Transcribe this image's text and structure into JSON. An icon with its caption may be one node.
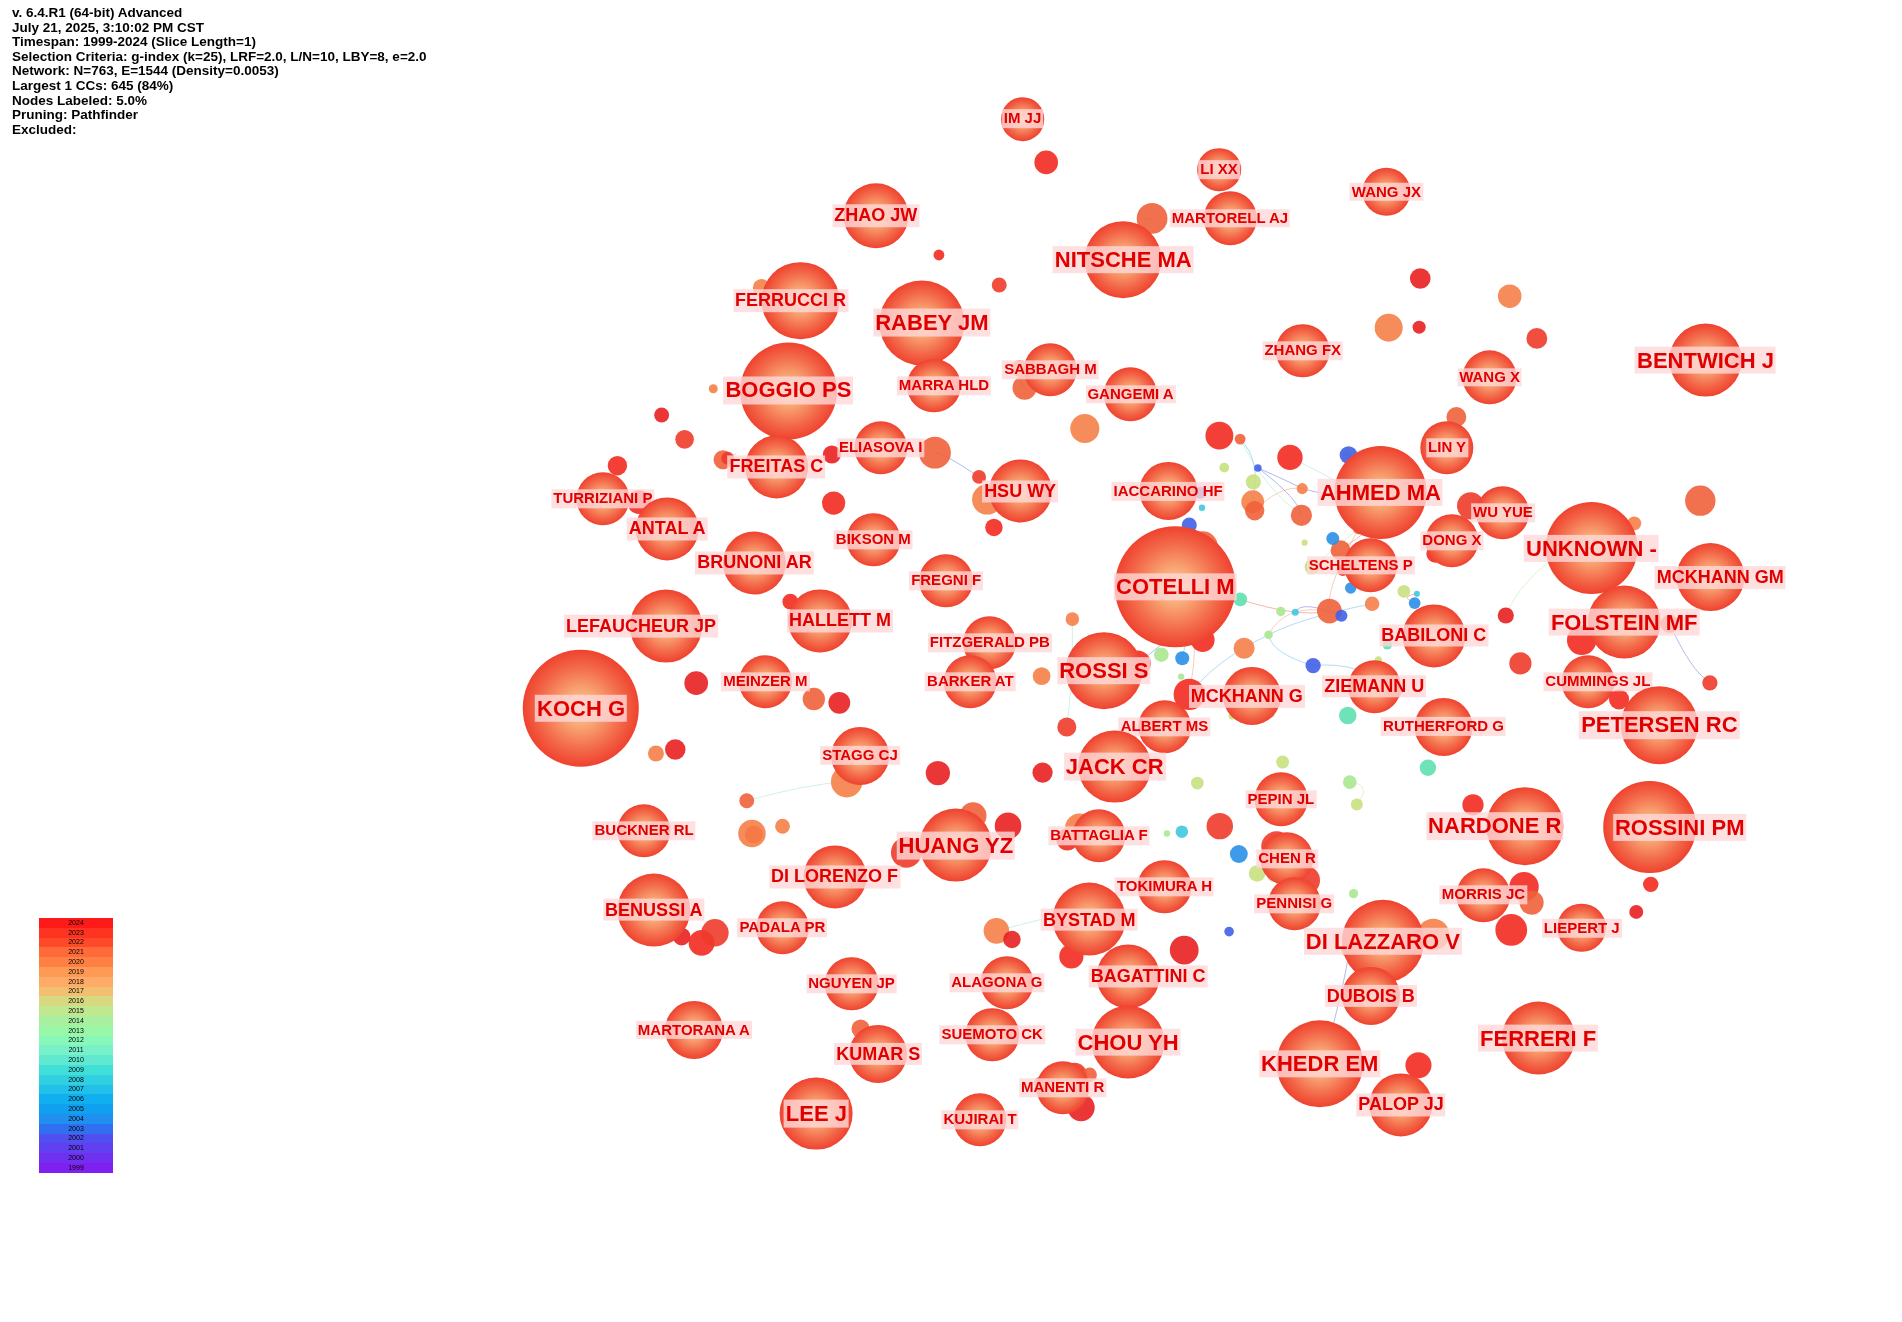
{
  "diagram": {
    "nodes": [
      {
        "text": [
          "IM JJ"
        ]
      },
      {
        "text": [
          "LI XX"
        ]
      },
      {
        "text": [
          "WANG JX"
        ]
      },
      {
        "text": [
          "ZHAO JW"
        ]
      },
      {
        "text": [
          "MARTORELL AJ"
        ]
      },
      {
        "text": [
          "NITSCHE MA"
        ]
      },
      {
        "text": [
          "FERRUCCI R"
        ]
      },
      {
        "text": [
          "RABEY JM"
        ]
      },
      {
        "text": [
          "BENTWICH J"
        ]
      },
      {
        "text": [
          "ZHANG FX"
        ]
      },
      {
        "text": [
          "SABBAGH M"
        ]
      },
      {
        "text": [
          "WANG X"
        ]
      },
      {
        "text": [
          "BOGGIO PS"
        ]
      },
      {
        "text": [
          "MARRA HLD"
        ]
      },
      {
        "text": [
          "GANGEMI A"
        ]
      },
      {
        "text": [
          "ELIASOVA I"
        ]
      },
      {
        "text": [
          "LIN Y"
        ]
      },
      {
        "text": [
          "FREITAS C"
        ]
      },
      {
        "text": [
          "TURRIZIANI P"
        ]
      },
      {
        "text": [
          "HSU WY"
        ]
      },
      {
        "text": [
          "IACCARINO HF"
        ]
      },
      {
        "text": [
          "AHMED MA"
        ]
      },
      {
        "text": [
          "WU YUE"
        ]
      },
      {
        "text": [
          "ANTAL A"
        ]
      },
      {
        "text": [
          "BIKSON M"
        ]
      },
      {
        "text": [
          "DONG X"
        ]
      },
      {
        "text": [
          "UNKNOWN -"
        ]
      },
      {
        "text": [
          "SCHELTENS P"
        ]
      },
      {
        "text": [
          "BRUNONI AR"
        ]
      },
      {
        "text": [
          "MCKHANN GM"
        ]
      },
      {
        "text": [
          "FREGNI F"
        ]
      },
      {
        "text": [
          "COTELLI M"
        ]
      },
      {
        "text": [
          "LEFAUCHEUR JP"
        ]
      },
      {
        "text": [
          "HALLETT M"
        ]
      },
      {
        "text": [
          "FOLSTEIN MF"
        ]
      },
      {
        "text": [
          "BABILONI C"
        ]
      },
      {
        "text": [
          "FITZGERALD PB"
        ]
      },
      {
        "text": [
          "ROSSI S"
        ]
      },
      {
        "text": [
          "MEINZER M"
        ]
      },
      {
        "text": [
          "BARKER AT"
        ]
      },
      {
        "text": [
          "ZIEMANN U"
        ]
      },
      {
        "text": [
          "CUMMINGS JL"
        ]
      },
      {
        "text": [
          "MCKHANN G"
        ]
      },
      {
        "text": [
          "KOCH G"
        ]
      },
      {
        "text": [
          "ALBERT MS"
        ]
      },
      {
        "text": [
          "RUTHERFORD G"
        ]
      },
      {
        "text": [
          "PETERSEN RC"
        ]
      },
      {
        "text": [
          "STAGG CJ"
        ]
      },
      {
        "text": [
          "JACK CR"
        ]
      },
      {
        "text": [
          "PEPIN JL"
        ]
      },
      {
        "text": [
          "BUCKNER RL"
        ]
      },
      {
        "text": [
          "NARDONE R"
        ]
      },
      {
        "text": [
          "ROSSINI PM"
        ]
      },
      {
        "text": [
          "HUANG YZ"
        ]
      },
      {
        "text": [
          "BATTAGLIA F"
        ]
      },
      {
        "text": [
          "CHEN R"
        ]
      },
      {
        "text": [
          "DI LORENZO F"
        ]
      },
      {
        "text": [
          "TOKIMURA H"
        ]
      },
      {
        "text": [
          "PENNISI G"
        ]
      },
      {
        "text": [
          "MORRIS JC"
        ]
      },
      {
        "text": [
          "BENUSSI A"
        ]
      },
      {
        "text": [
          "BYSTAD M"
        ]
      },
      {
        "text": [
          "DI LAZZARO V"
        ]
      },
      {
        "text": [
          "LIEPERT J"
        ]
      },
      {
        "text": [
          "PADALA PR"
        ]
      },
      {
        "text": [
          "NGUYEN JP"
        ]
      },
      {
        "text": [
          "ALAGONA G"
        ]
      },
      {
        "text": [
          "BAGATTINI C"
        ]
      },
      {
        "text": [
          "DUBOIS B"
        ]
      },
      {
        "text": [
          "MARTORANA A"
        ]
      },
      {
        "text": [
          "SUEMOTO CK"
        ]
      },
      {
        "text": [
          "CHOU YH"
        ]
      },
      {
        "text": [
          "FERRERI F"
        ]
      },
      {
        "text": [
          "KUMAR S"
        ]
      },
      {
        "text": [
          "KHEDR EM"
        ]
      },
      {
        "text": [
          "MANENTI R"
        ]
      },
      {
        "text": [
          "PALOP JJ"
        ]
      },
      {
        "text": [
          "LEE J"
        ]
      },
      {
        "text": [
          "KUJIRAI T"
        ]
      }
    ],
    "labels": [
      "v. 6.4.R1 (64-bit) Advanced",
      "July 21, 2025, 3:10:02 PM CST",
      "Timespan: 1999-2024 (Slice Length=1)",
      "Selection Criteria: g-index (k=25), LRF=2.0, L/N=10, LBY=8, e=2.0",
      "Network: N=763, E=1544 (Density=0.0053)",
      "Largest 1 CCs: 645 (84%)",
      "Nodes Labeled: 5.0%",
      "Pruning: Pathfinder",
      "Excluded:"
    ],
    "legend": [
      {
        "text": "2024",
        "color": "#ff1a1a"
      },
      {
        "text": "2023",
        "color": "#ff3322"
      },
      {
        "text": "2022",
        "color": "#ff4a2a"
      },
      {
        "text": "2021",
        "color": "#ff6a3a"
      },
      {
        "text": "2020",
        "color": "#ff8044"
      },
      {
        "text": "2019",
        "color": "#ff9a55"
      },
      {
        "text": "2018",
        "color": "#ffaa66"
      },
      {
        "text": "2017",
        "color": "#f0c070"
      },
      {
        "text": "2016",
        "color": "#d8d880"
      },
      {
        "text": "2015",
        "color": "#c0e890"
      },
      {
        "text": "2014",
        "color": "#a8f0a0"
      },
      {
        "text": "2013",
        "color": "#98f8a8"
      },
      {
        "text": "2012",
        "color": "#88f8b8"
      },
      {
        "text": "2011",
        "color": "#78f0c8"
      },
      {
        "text": "2010",
        "color": "#60e8d0"
      },
      {
        "text": "2009",
        "color": "#40e0d8"
      },
      {
        "text": "2008",
        "color": "#30d0e0"
      },
      {
        "text": "2007",
        "color": "#20c0e8"
      },
      {
        "text": "2006",
        "color": "#10b0f0"
      },
      {
        "text": "2005",
        "color": "#10a0f0"
      },
      {
        "text": "2004",
        "color": "#2090f0"
      },
      {
        "text": "2003",
        "color": "#3070f0"
      },
      {
        "text": "2002",
        "color": "#5050f0"
      },
      {
        "text": "2001",
        "color": "#6040f0"
      },
      {
        "text": "2000",
        "color": "#7030f0"
      },
      {
        "text": "1999",
        "color": "#8020f0"
      }
    ]
  }
}
